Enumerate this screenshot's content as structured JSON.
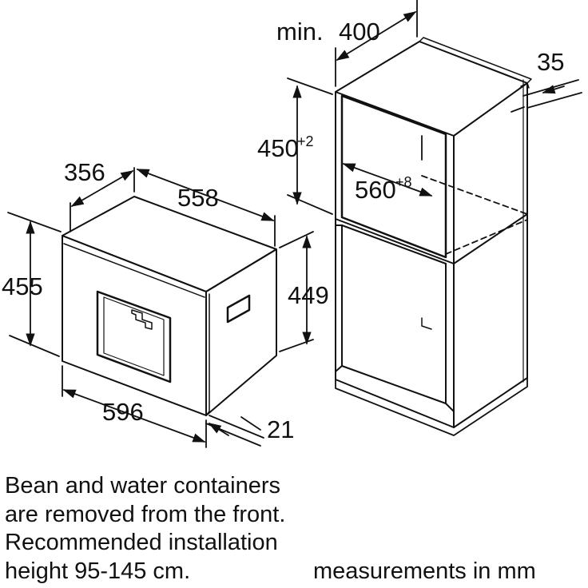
{
  "dimensions": {
    "appliance_depth": "356",
    "appliance_width_top": "558",
    "appliance_height_left": "455",
    "appliance_height_right": "449",
    "appliance_width_bottom": "596",
    "front_panel_depth": "21",
    "niche_depth_min_prefix": "min.",
    "niche_depth_min": "400",
    "side_wall_thickness": "35",
    "niche_height": "450",
    "niche_height_tol": "+2",
    "niche_width": "560",
    "niche_width_tol": "+8"
  },
  "notes": {
    "line1": "Bean and water containers",
    "line2": "are removed from the front.",
    "line3": "Recommended installation",
    "line4": "height 95-145 cm.",
    "units": "measurements in mm"
  }
}
